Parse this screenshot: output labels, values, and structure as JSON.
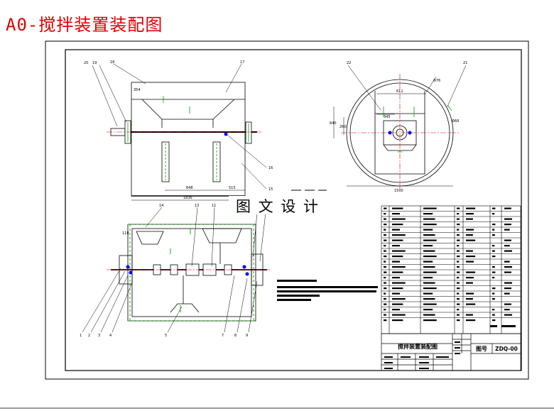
{
  "page_title": "A0-搅拌装置装配图",
  "watermark": "图 文 设 计",
  "title_block": {
    "drawing_name": "搅拌装置装配图",
    "drawing_no_label": "图号",
    "drawing_no": "ZDQ-00"
  },
  "colors": {
    "title": "#e00000",
    "line": "#000000",
    "center_line": "#ff0000",
    "hidden_line": "#00a000",
    "bearing": "#0000ff"
  }
}
